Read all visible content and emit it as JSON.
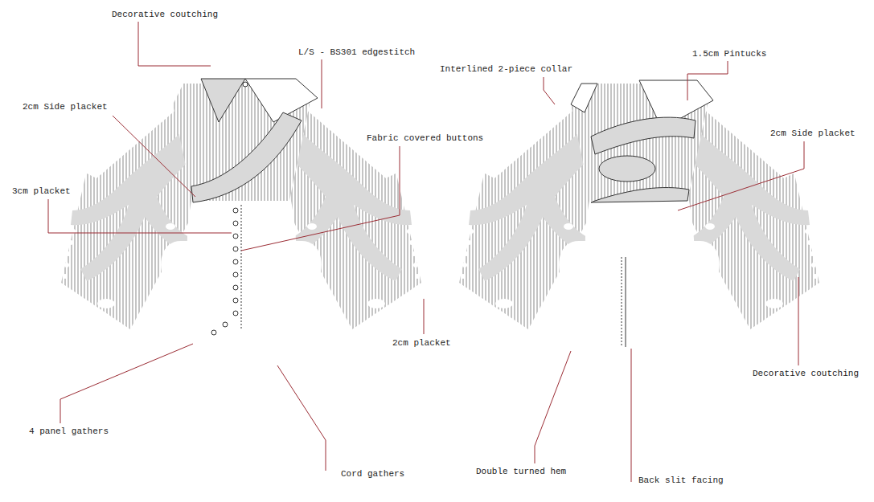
{
  "diagram": {
    "labels": [
      "Decorative coutching",
      "L/S - BS301 edgestitch",
      "Interlined 2-piece collar",
      "1.5cm Pintucks",
      "2cm Side placket",
      "Fabric covered buttons",
      "2cm Side placket",
      "3cm placket",
      "2cm placket",
      "Decorative coutching",
      "4 panel gathers",
      "Double turned hem",
      "Cord gathers",
      "Back slit facing"
    ]
  }
}
